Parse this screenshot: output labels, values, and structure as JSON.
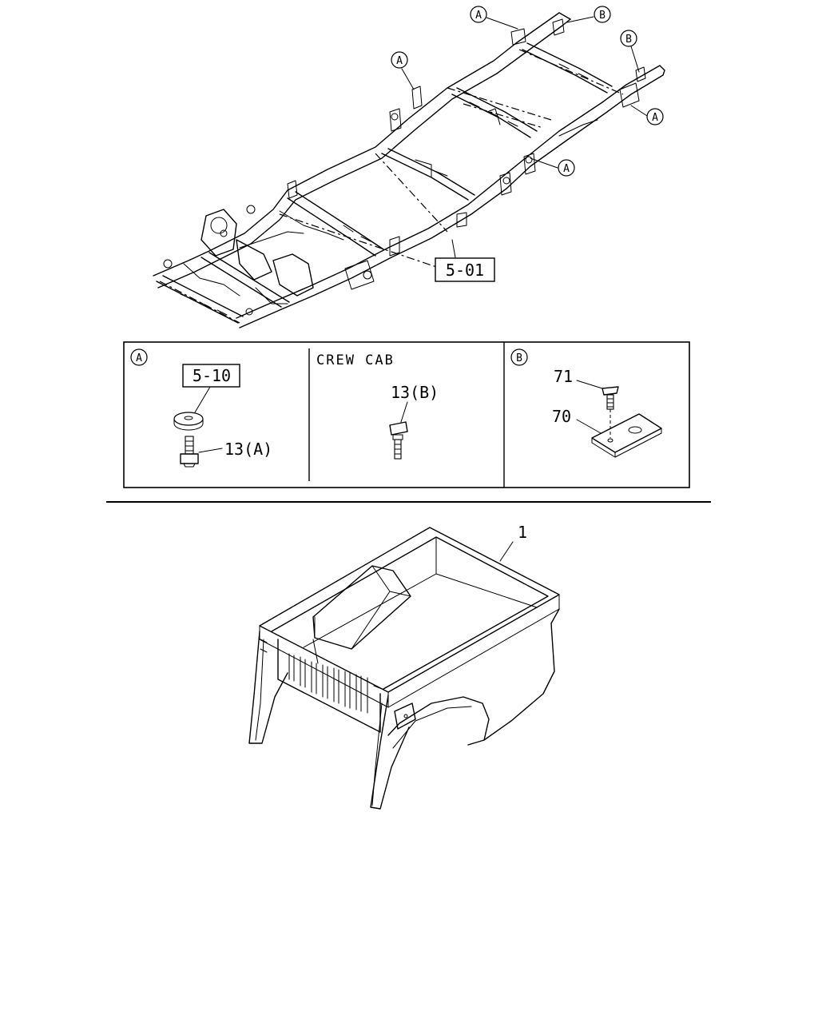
{
  "callouts": {
    "a": "A",
    "b": "B"
  },
  "frame": {
    "ref_label": "5-01"
  },
  "detail_panel": {
    "a_section": {
      "callout": "A",
      "ref_label": "5-10",
      "bolt_label": "13(A)"
    },
    "crew_cab_section": {
      "title": "CREW CAB",
      "bolt_label": "13(B)"
    },
    "b_section": {
      "callout": "B",
      "screw_label": "71",
      "plate_label": "70"
    }
  },
  "bed": {
    "part_label": "1"
  }
}
